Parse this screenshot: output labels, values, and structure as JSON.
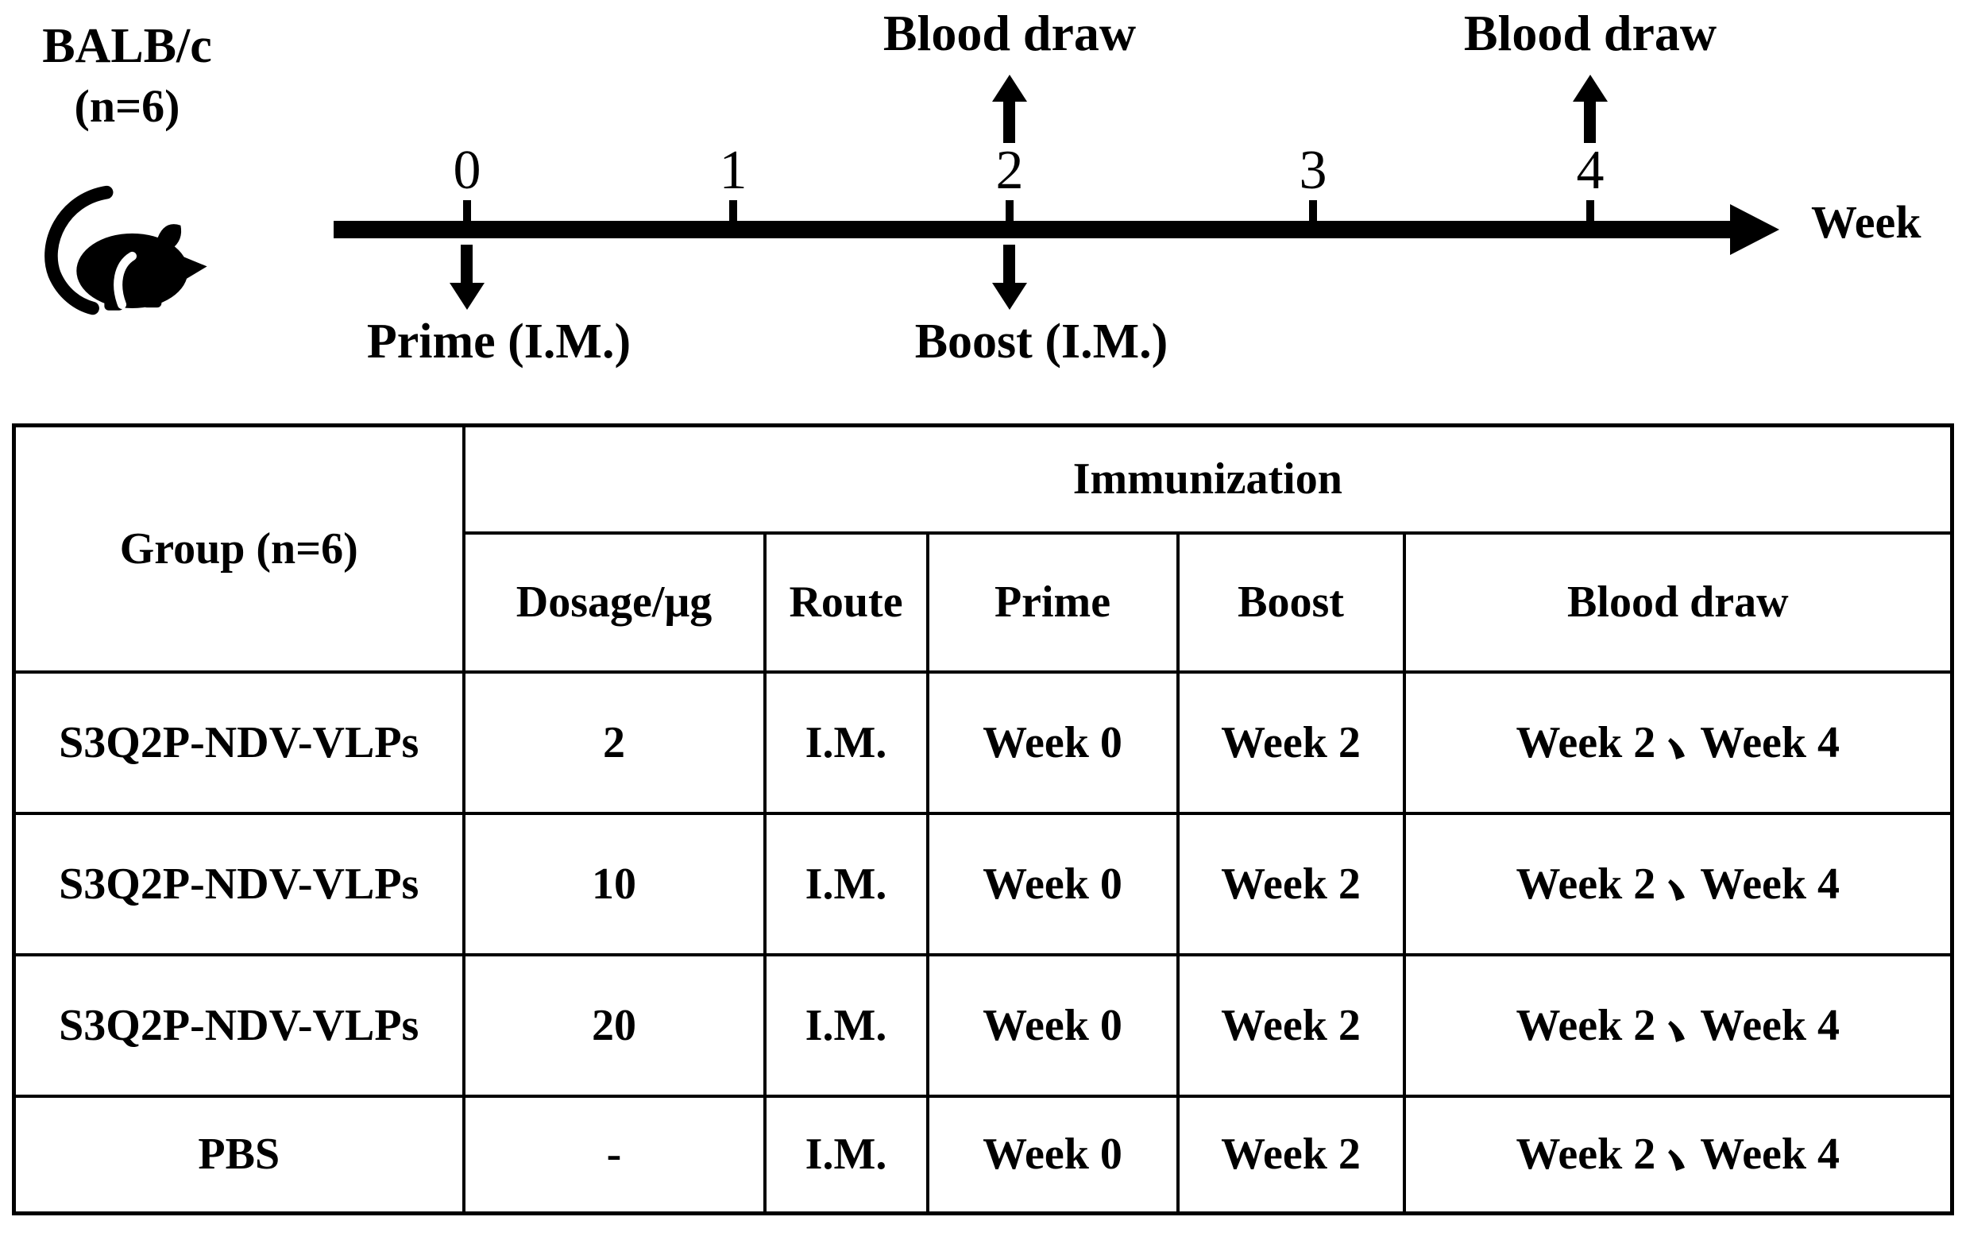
{
  "figure": {
    "subject": {
      "strain": "BALB/c",
      "group_size": "(n=6)"
    },
    "timeline": {
      "axis_label": "Week",
      "ticks": [
        "0",
        "1",
        "2",
        "3",
        "4"
      ],
      "events_above": [
        {
          "label": "Blood draw",
          "week": "2"
        },
        {
          "label": "Blood draw",
          "week": "4"
        }
      ],
      "events_below": [
        {
          "label": "Prime (I.M.)",
          "week": "0"
        },
        {
          "label": "Boost (I.M.)",
          "week": "2"
        }
      ]
    }
  },
  "table": {
    "header": {
      "group": "Group (n=6)",
      "immunization": "Immunization",
      "columns": [
        "Dosage/μg",
        "Route",
        "Prime",
        "Boost",
        "Blood draw"
      ]
    },
    "rows": [
      {
        "group": "S3Q2P-NDV-VLPs",
        "dosage": "2",
        "route": "I.M.",
        "prime": "Week 0",
        "boost": "Week 2",
        "blood_draw": "Week 2、Week 4"
      },
      {
        "group": "S3Q2P-NDV-VLPs",
        "dosage": "10",
        "route": "I.M.",
        "prime": "Week 0",
        "boost": "Week 2",
        "blood_draw": "Week 2、Week 4"
      },
      {
        "group": "S3Q2P-NDV-VLPs",
        "dosage": "20",
        "route": "I.M.",
        "prime": "Week 0",
        "boost": "Week 2",
        "blood_draw": "Week 2、Week 4"
      },
      {
        "group": "PBS",
        "dosage": "-",
        "route": "I.M.",
        "prime": "Week 0",
        "boost": "Week 2",
        "blood_draw": "Week 2、Week 4"
      }
    ]
  },
  "colors": {
    "ink": "#000000",
    "background": "#ffffff"
  }
}
